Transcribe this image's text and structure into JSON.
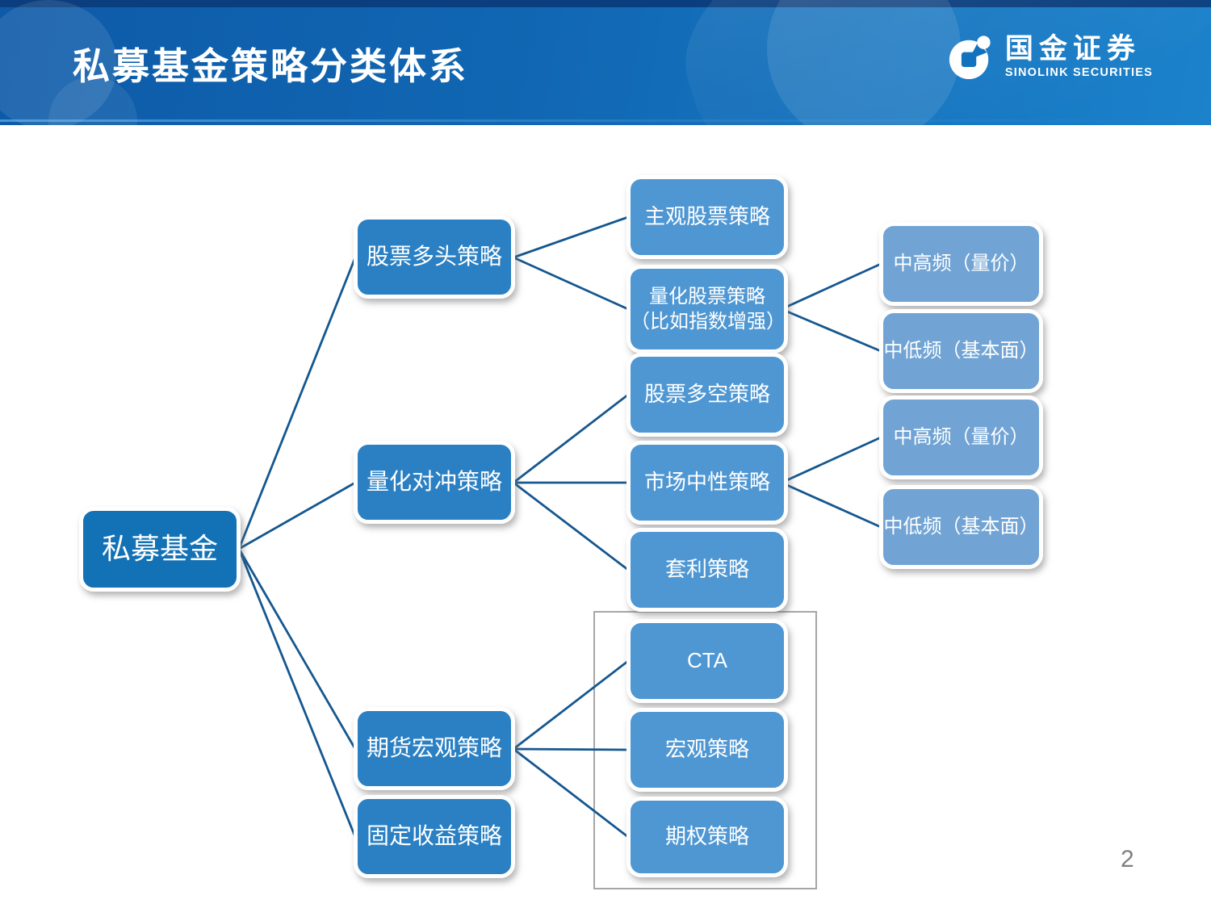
{
  "header": {
    "title": "私募基金策略分类体系",
    "logo": {
      "icon": "sinolink-shutter-icon",
      "name_cn": "国金证券",
      "name_en": "SINOLINK SECURITIES"
    }
  },
  "footer": {
    "page_number": "2"
  },
  "colors": {
    "header_top_strip": "#0a3e7e",
    "header_left": "#0d5aa8",
    "header_right": "#1b82cb",
    "root_box": "#1371b5",
    "level2_box": "#2b80c3",
    "level3_box": "#4f97d3",
    "level4_box": "#71a4d4",
    "connector": "#15578f",
    "group_frame": "#a6a6a6",
    "page_number": "#7f7f7f"
  },
  "diagram": {
    "root": {
      "label": "私募基金"
    },
    "level2": [
      {
        "label": "股票多头策略"
      },
      {
        "label": "量化对冲策略"
      },
      {
        "label": "期货宏观策略"
      },
      {
        "label": "固定收益策略"
      }
    ],
    "level3": [
      {
        "label": "主观股票策略"
      },
      {
        "label": "量化股票策略",
        "label2": "（比如指数增强）"
      },
      {
        "label": "股票多空策略"
      },
      {
        "label": "市场中性策略"
      },
      {
        "label": "套利策略"
      },
      {
        "label": "CTA"
      },
      {
        "label": "宏观策略"
      },
      {
        "label": "期权策略"
      }
    ],
    "level4": [
      {
        "label": "中高频（量价）"
      },
      {
        "label": "中低频（基本面）"
      },
      {
        "label": "中高频（量价）"
      },
      {
        "label": "中低频（基本面）"
      }
    ]
  }
}
